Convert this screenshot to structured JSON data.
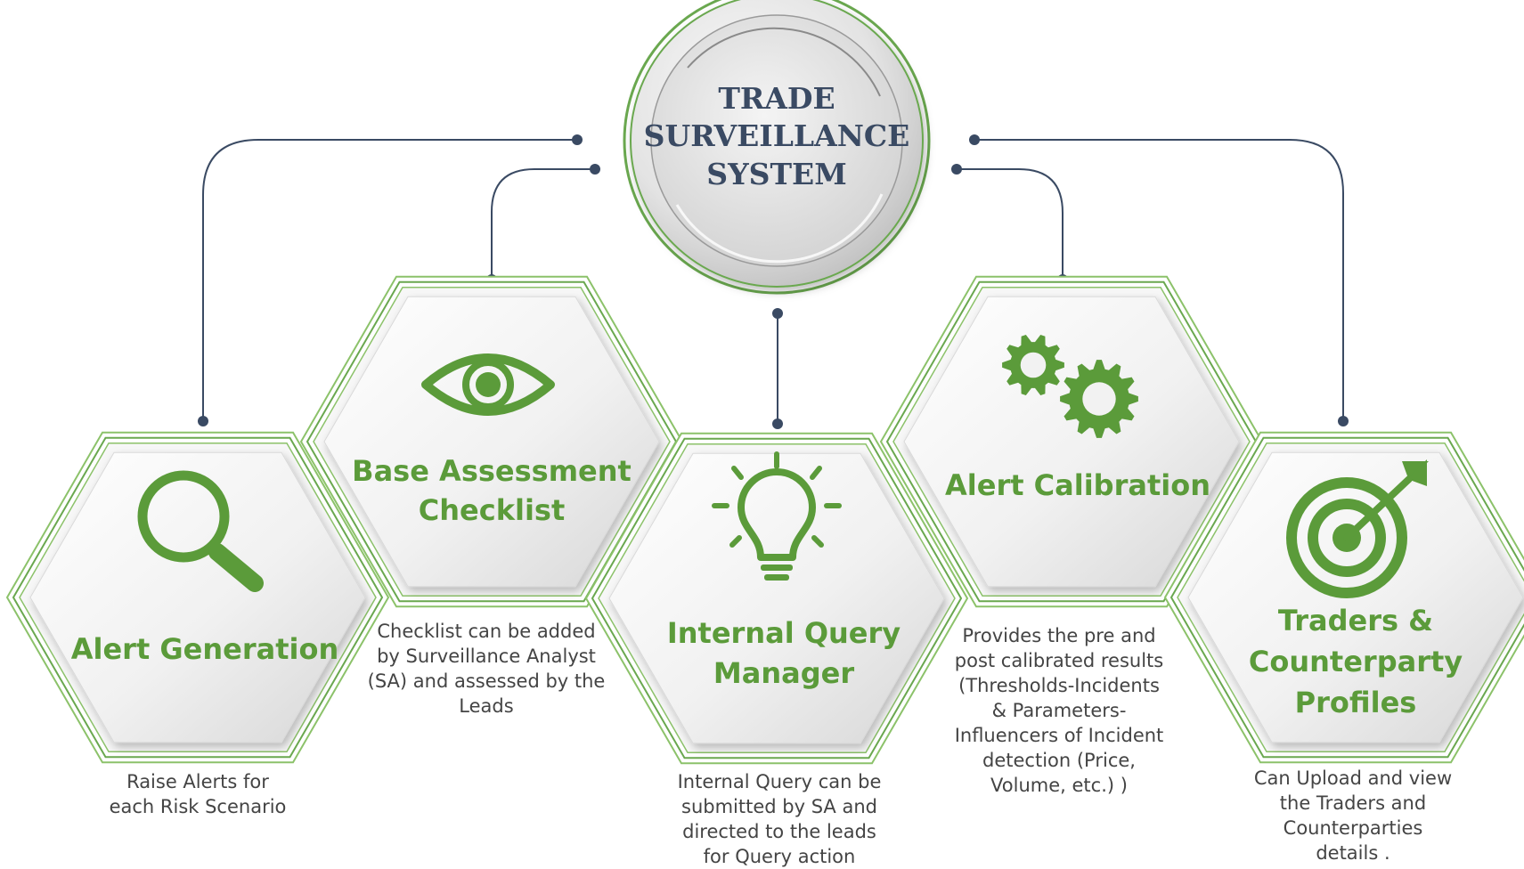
{
  "hub": {
    "lines": [
      "TRADE",
      "SURVEILLANCE",
      "SYSTEM"
    ]
  },
  "colors": {
    "accent_green": "#5b9b3a",
    "hub_text": "#3a4a63",
    "connector": "#3a4a63",
    "description": "#444444"
  },
  "nodes": [
    {
      "id": "alert-generation",
      "icon": "magnifier-icon",
      "title_lines": [
        "Alert  Generation"
      ],
      "description": "Raise Alerts for\neach Risk Scenario"
    },
    {
      "id": "base-assessment-checklist",
      "icon": "eye-icon",
      "title_lines": [
        "Base Assessment",
        "Checklist"
      ],
      "description": "Checklist can be added\nby Surveillance Analyst\n(SA) and assessed by the\nLeads"
    },
    {
      "id": "internal-query-manager",
      "icon": "lightbulb-icon",
      "title_lines": [
        "Internal Query",
        "Manager"
      ],
      "description": "Internal Query can be\nsubmitted by SA and\ndirected to the leads\nfor Query action"
    },
    {
      "id": "alert-calibration",
      "icon": "gears-icon",
      "title_lines": [
        "Alert Calibration"
      ],
      "description": "Provides the pre and\npost calibrated results\n(Thresholds-Incidents\n& Parameters-\nInfluencers of Incident\ndetection (Price,\nVolume, etc.) )"
    },
    {
      "id": "traders-counterparty-profiles",
      "icon": "target-icon",
      "title_lines": [
        "Traders &",
        "Counterparty",
        "Profiles"
      ],
      "description": "Can Upload and view\nthe Traders and\nCounterparties\ndetails ."
    }
  ]
}
